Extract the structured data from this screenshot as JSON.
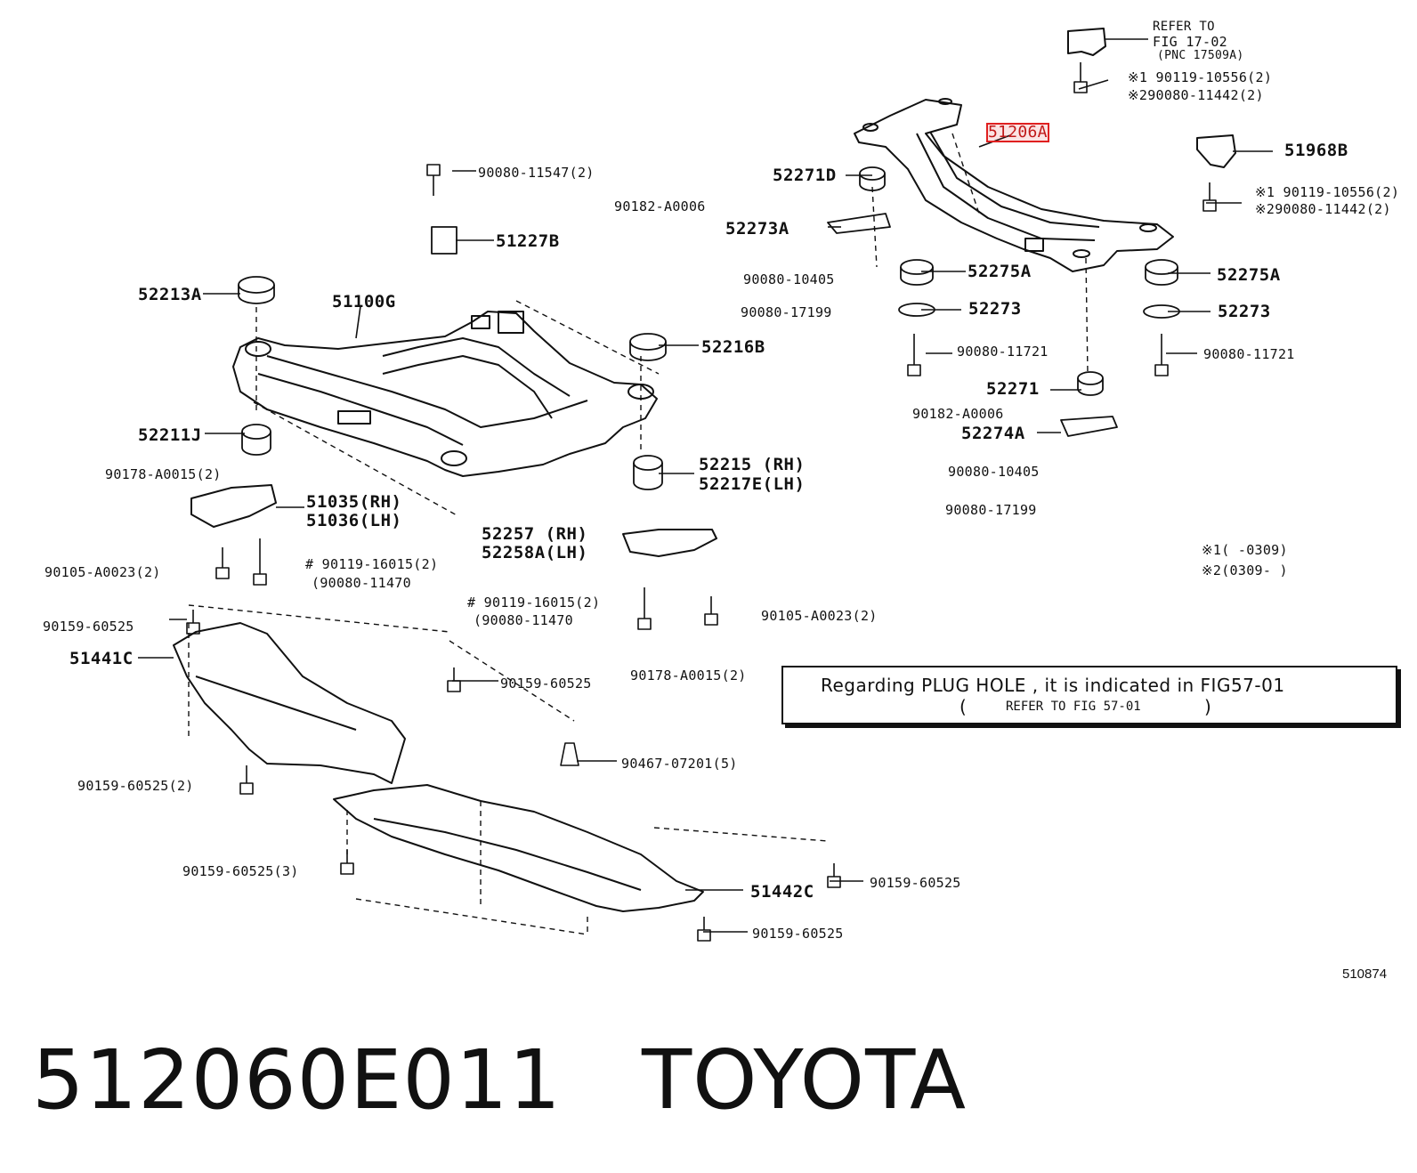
{
  "labels": [
    {
      "id": "refer_to",
      "text": "REFER TO"
    },
    {
      "id": "fig_17_02",
      "text": "FIG 17-02"
    },
    {
      "id": "pnc_17509a",
      "text": "(PNC 17509A)"
    },
    {
      "id": "s1_90119_10556_top",
      "text": "※1 90119-10556(2)"
    },
    {
      "id": "s2_90080_11442_top",
      "text": "※290080-11442(2)"
    },
    {
      "id": "p51206a",
      "text": "51206A"
    },
    {
      "id": "p51968b",
      "text": "51968B"
    },
    {
      "id": "s1_90119_10556_right",
      "text": "※1 90119-10556(2)"
    },
    {
      "id": "s2_90080_11442_right",
      "text": "※290080-11442(2)"
    },
    {
      "id": "p52271d",
      "text": "52271D"
    },
    {
      "id": "p90182_a0006_a",
      "text": "90182-A0006"
    },
    {
      "id": "p52273a",
      "text": "52273A"
    },
    {
      "id": "p90080_10405_a",
      "text": "90080-10405"
    },
    {
      "id": "p90080_17199_a",
      "text": "90080-17199"
    },
    {
      "id": "p52275a_left",
      "text": "52275A"
    },
    {
      "id": "p52273_left",
      "text": "52273"
    },
    {
      "id": "p90080_11721_left",
      "text": "90080-11721"
    },
    {
      "id": "p52275a_right",
      "text": "52275A"
    },
    {
      "id": "p52273_right",
      "text": "52273"
    },
    {
      "id": "p90080_11721_right",
      "text": "90080-11721"
    },
    {
      "id": "p52271",
      "text": "52271"
    },
    {
      "id": "p90182_a0006_b",
      "text": "90182-A0006"
    },
    {
      "id": "p52274a",
      "text": "52274A"
    },
    {
      "id": "p90080_10405_b",
      "text": "90080-10405"
    },
    {
      "id": "p90080_17199_b",
      "text": "90080-17199"
    },
    {
      "id": "legend1",
      "text": "※1(      -0309)"
    },
    {
      "id": "legend2",
      "text": "※2(0309-      )"
    },
    {
      "id": "p90080_11547",
      "text": "90080-11547(2)"
    },
    {
      "id": "p51227b",
      "text": "51227B"
    },
    {
      "id": "p52213a",
      "text": "52213A"
    },
    {
      "id": "p51100g",
      "text": "51100G"
    },
    {
      "id": "p52216b",
      "text": "52216B"
    },
    {
      "id": "p52211j",
      "text": "52211J"
    },
    {
      "id": "p52215",
      "text": "52215  (RH)"
    },
    {
      "id": "p52217e",
      "text": "52217E(LH)"
    },
    {
      "id": "p90178_a0015_a",
      "text": "90178-A0015(2)"
    },
    {
      "id": "p51035",
      "text": "51035(RH)"
    },
    {
      "id": "p51036",
      "text": "51036(LH)"
    },
    {
      "id": "p52257",
      "text": "52257  (RH)"
    },
    {
      "id": "p52258a",
      "text": "52258A(LH)"
    },
    {
      "id": "p90105_a0023_a",
      "text": "90105-A0023(2)"
    },
    {
      "id": "p90119_16015_a",
      "text": "# 90119-16015(2)"
    },
    {
      "id": "p90080_11470_a",
      "text": "(90080-11470"
    },
    {
      "id": "p90119_16015_b",
      "text": "# 90119-16015(2)"
    },
    {
      "id": "p90080_11470_b",
      "text": "(90080-11470"
    },
    {
      "id": "p90105_a0023_b",
      "text": "90105-A0023(2)"
    },
    {
      "id": "p90159_60525_a",
      "text": "90159-60525"
    },
    {
      "id": "p51441c",
      "text": "51441C"
    },
    {
      "id": "p90159_60525_b",
      "text": "90159-60525"
    },
    {
      "id": "p90178_a0015_b",
      "text": "90178-A0015(2)"
    },
    {
      "id": "p90467_07201",
      "text": "90467-07201(5)"
    },
    {
      "id": "p90159_60525_c",
      "text": "90159-60525(2)"
    },
    {
      "id": "p90159_60525_d",
      "text": "90159-60525(3)"
    },
    {
      "id": "p90159_60525_e",
      "text": "90159-60525"
    },
    {
      "id": "p51442c",
      "text": "51442C"
    },
    {
      "id": "p90159_60525_f",
      "text": "90159-60525"
    }
  ],
  "note": {
    "line1": "Regarding PLUG HOLE , it is indicated in FIG57-01",
    "line2": "REFER TO FIG 57-01",
    "open_paren": "(",
    "close_paren": ")"
  },
  "figure_number": "510874",
  "footer": {
    "part_number": "512060E011",
    "brand": "TOYOTA"
  },
  "highlight_color": "#e02020"
}
